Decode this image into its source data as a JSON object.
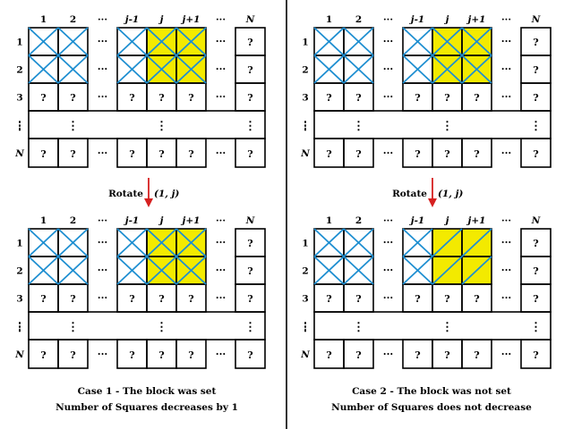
{
  "columns": [
    "1",
    "2",
    "···",
    "j-1",
    "j",
    "j+1",
    "···",
    "N"
  ],
  "rows": [
    "1",
    "2",
    "3",
    "⋮",
    "N"
  ],
  "unknown": "?",
  "hdots": "···",
  "vdots": "⋮",
  "rotate": {
    "word": "Rotate",
    "arg": "(1, j)"
  },
  "colors": {
    "diagonal": "#1f8fd1",
    "highlight": "#f3ea00",
    "arrow": "#d62020",
    "line": "#000000"
  },
  "panels": [
    {
      "id": "case1-before",
      "cells": {
        "r1": [
          "x",
          "x",
          "hdots",
          "x",
          "xy",
          "xy",
          "hdots",
          "q"
        ],
        "r2": [
          "x",
          "x",
          "hdots",
          "x",
          "xy",
          "xy",
          "hdots",
          "q"
        ]
      }
    },
    {
      "id": "case2-before",
      "cells": {
        "r1": [
          "x",
          "x",
          "hdots",
          "x",
          "xy",
          "xy",
          "hdots",
          "q"
        ],
        "r2": [
          "x",
          "x",
          "hdots",
          "x",
          "xy",
          "xy",
          "hdots",
          "q"
        ]
      }
    },
    {
      "id": "case1-after",
      "cells": {
        "r1": [
          "x",
          "x",
          "hdots",
          "x",
          "xy",
          "xy",
          "hdots",
          "q"
        ],
        "r2": [
          "x",
          "x",
          "hdots",
          "x",
          "xy",
          "xy",
          "hdots",
          "q"
        ]
      }
    },
    {
      "id": "case2-after",
      "cells": {
        "r1": [
          "x",
          "x",
          "hdots",
          "x",
          "by",
          "by",
          "hdots",
          "q"
        ],
        "r2": [
          "x",
          "x",
          "hdots",
          "x",
          "by",
          "by",
          "hdots",
          "q"
        ]
      }
    }
  ],
  "captions": {
    "case1": {
      "line1": "Case 1 - The block was set",
      "line2": "Number of Squares decreases by 1"
    },
    "case2": {
      "line1": "Case 2 - The block was not set",
      "line2": "Number of Squares does not decrease"
    }
  }
}
